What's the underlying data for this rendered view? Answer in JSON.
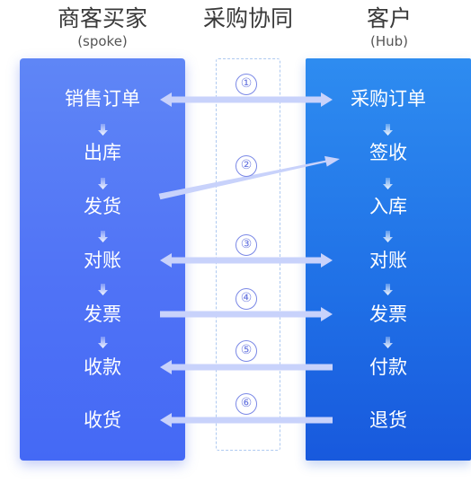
{
  "columns": {
    "left": {
      "title": "商客买家",
      "subtitle": "(spoke)"
    },
    "middle": {
      "title": "采购协同"
    },
    "right": {
      "title": "客户",
      "subtitle": "(Hub)"
    }
  },
  "left_steps": [
    "销售订单",
    "出库",
    "发货",
    "对账",
    "发票",
    "收款",
    "收货"
  ],
  "right_steps": [
    "采购订单",
    "签收",
    "入库",
    "对账",
    "发票",
    "付款",
    "退货"
  ],
  "flows": [
    "①",
    "②",
    "③",
    "④",
    "⑤",
    "⑥"
  ],
  "colors": {
    "left_panel": "#5073f6",
    "right_panel": "#1f6fe6",
    "arrow": "#c8d2fb",
    "circle": "#7a88e6"
  }
}
